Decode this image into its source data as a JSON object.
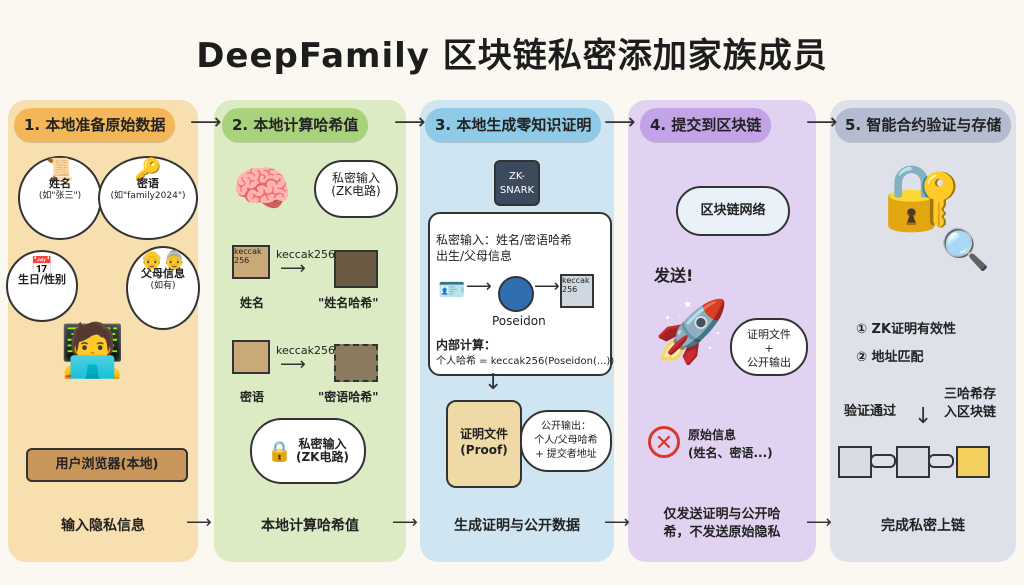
{
  "title": "DeepFamily  区块链私密添加家族成员",
  "steps": [
    "1. 本地准备原始数据",
    "2. 本地计算哈希值",
    "3. 本地生成零知识证明",
    "4. 提交到区块链",
    "5. 智能合约验证与存储"
  ],
  "col1": {
    "name_label": "姓名",
    "name_example": "(如\"张三\")",
    "password_label": "密语",
    "password_example": "(如\"family2024\")",
    "birth_label": "生日/性别",
    "parents_label": "父母信息",
    "parents_example": "(如有)",
    "browser_label": "用户浏览器(本地)"
  },
  "col2": {
    "private_input": "私密输入\n(ZK电路)",
    "algo1": "keccak256",
    "algo2": "keccak256",
    "cube_label1": "keccak\n256",
    "name": "姓名",
    "name_hash": "\"姓名哈希\"",
    "password": "密语",
    "password_hash": "\"密语哈希\"",
    "private_input2": "私密输入\n(ZK电路)"
  },
  "col3": {
    "chip": "ZK-\nSNARK",
    "private_input": "私密输入：姓名/密语哈希\n出生/父母信息",
    "poseidon": "Poseidon",
    "keccak_cube": "keccak\n256",
    "internal_calc": "内部计算：",
    "formula": "个人哈希 = keccak256(Poseidon(...))",
    "proof_file": "证明文件\n(Proof)",
    "public_output": "公开输出：\n个人/父母哈希\n+ 提交者地址"
  },
  "col4": {
    "network": "区块链网络",
    "send": "发送!",
    "proof_bubble": "证明文件\n+\n公开输出",
    "original": "原始信息\n(姓名、密语...)"
  },
  "col5": {
    "check1": "① ZK证明有效性",
    "check2": "② 地址匹配",
    "verified": "验证通过",
    "store": "三哈希存\n入区块链"
  },
  "bottom": [
    "输入隐私信息",
    "本地计算哈希值",
    "生成证明与公开数据",
    "仅发送证明与公开哈\n希，不发送原始隐私",
    "完成私密上链"
  ],
  "colors": {
    "col1": "#f8dfb0",
    "col2": "#dcebc3",
    "col3": "#cfe6f2",
    "col4": "#e1d2f1",
    "col5": "#dfe1ea"
  }
}
